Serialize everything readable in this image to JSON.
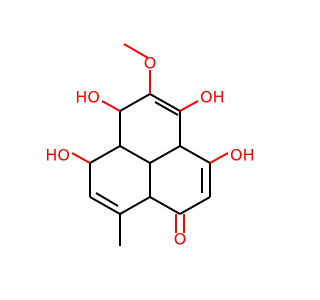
{
  "molecule": {
    "labels": {
      "methoxy_o": "O",
      "oh_c6": "HO",
      "oh_c4": "OH",
      "oh_c7": "HO",
      "oh_c3": "OH",
      "ketone_o": "O"
    },
    "colors": {
      "bond": "#000000",
      "oxygen": "#ff0000",
      "background": "#ffffff"
    }
  }
}
